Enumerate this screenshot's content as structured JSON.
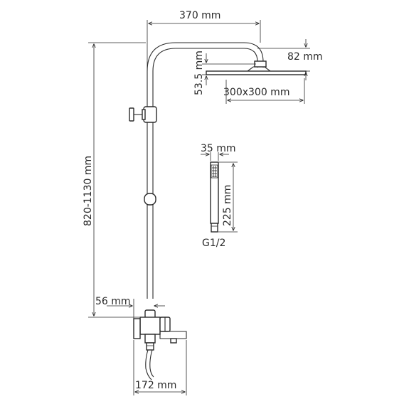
{
  "dimensions": {
    "arm_length": "370 mm",
    "head_depth": "82 mm",
    "head_offset": "53.5 mm",
    "head_size": "300x300 mm",
    "total_height": "820-1130 mm",
    "wall_offset": "56 mm",
    "mixer_width": "172 mm",
    "hand_shower_width": "35 mm",
    "hand_shower_length": "225 mm",
    "thread": "G1/2"
  }
}
